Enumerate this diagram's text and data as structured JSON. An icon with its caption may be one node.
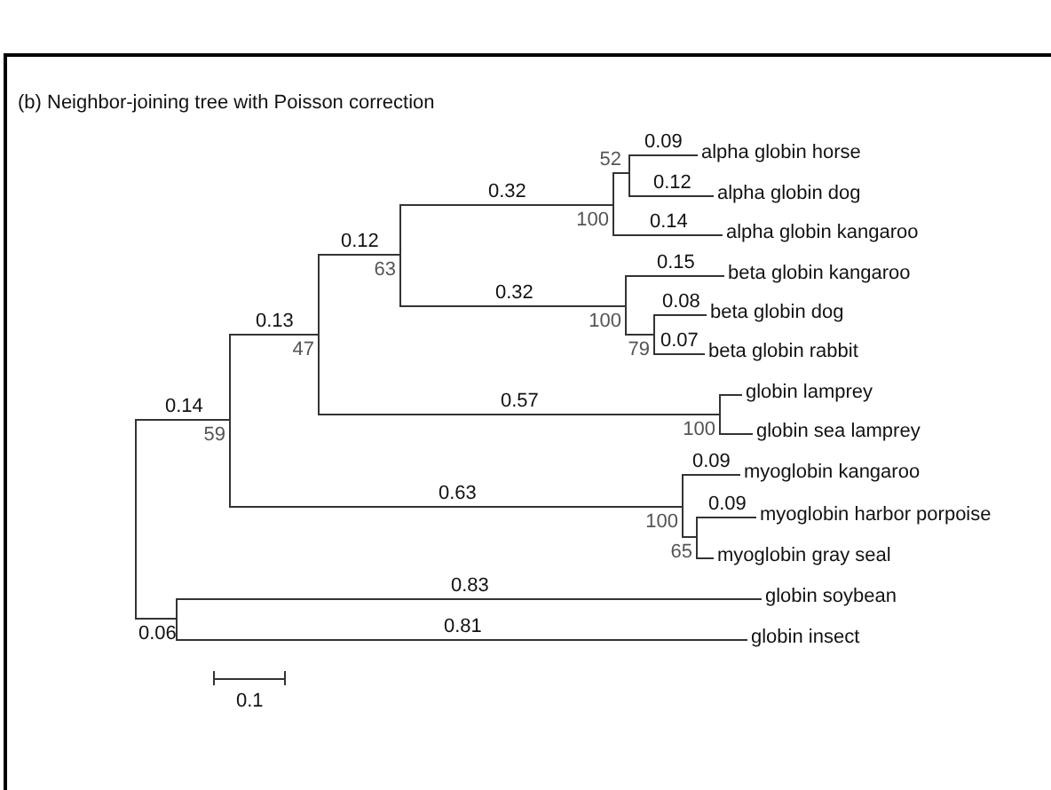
{
  "diagram": {
    "title": "(b) Neighbor-joining tree with Poisson correction",
    "nodes": [
      {
        "text": [],
        "shape": "point"
      },
      {
        "text": [],
        "shape": "point",
        "beside": [
          "59"
        ]
      },
      {
        "text": [],
        "shape": "point",
        "beside": [
          "47"
        ]
      },
      {
        "text": [],
        "shape": "point",
        "beside": [
          "63"
        ]
      },
      {
        "text": [],
        "shape": "point",
        "beside": [
          "100"
        ]
      },
      {
        "text": [],
        "shape": "point",
        "beside": [
          "52"
        ]
      },
      {
        "text": [
          "alpha globin horse"
        ]
      },
      {
        "text": [
          "alpha globin dog"
        ]
      },
      {
        "text": [
          "alpha globin kangaroo"
        ]
      },
      {
        "text": [],
        "shape": "point",
        "beside": [
          "100"
        ]
      },
      {
        "text": [
          "beta globin kangaroo"
        ]
      },
      {
        "text": [],
        "shape": "point",
        "beside": [
          "79"
        ]
      },
      {
        "text": [
          "beta globin dog"
        ]
      },
      {
        "text": [
          "beta globin rabbit"
        ]
      },
      {
        "text": [],
        "shape": "point",
        "beside": [
          "100"
        ]
      },
      {
        "text": [
          "globin lamprey"
        ]
      },
      {
        "text": [
          "globin sea lamprey"
        ]
      },
      {
        "text": [],
        "shape": "point",
        "beside": [
          "100"
        ]
      },
      {
        "text": [
          "myoglobin kangaroo"
        ]
      },
      {
        "text": [],
        "shape": "point",
        "beside": [
          "65"
        ]
      },
      {
        "text": [
          "myoglobin harbor porpoise"
        ]
      },
      {
        "text": [
          "myoglobin gray seal"
        ]
      },
      {
        "text": [],
        "shape": "point"
      },
      {
        "text": [
          "globin soybean"
        ]
      },
      {
        "text": [
          "globin insect"
        ]
      }
    ],
    "edges": [
      {
        "from": 0,
        "to": 1,
        "arrow": "none",
        "label": "0.14"
      },
      {
        "from": 1,
        "to": 2,
        "arrow": "none",
        "label": "0.13"
      },
      {
        "from": 2,
        "to": 3,
        "arrow": "none",
        "label": "0.12"
      },
      {
        "from": 3,
        "to": 4,
        "arrow": "none",
        "label": "0.32"
      },
      {
        "from": 4,
        "to": 5,
        "arrow": "none"
      },
      {
        "from": 5,
        "to": 6,
        "arrow": "none",
        "label": "0.09"
      },
      {
        "from": 5,
        "to": 7,
        "arrow": "none",
        "label": "0.12"
      },
      {
        "from": 4,
        "to": 8,
        "arrow": "none",
        "label": "0.14"
      },
      {
        "from": 3,
        "to": 9,
        "arrow": "none",
        "label": "0.32"
      },
      {
        "from": 9,
        "to": 10,
        "arrow": "none",
        "label": "0.15"
      },
      {
        "from": 9,
        "to": 11,
        "arrow": "none"
      },
      {
        "from": 11,
        "to": 12,
        "arrow": "none",
        "label": "0.08"
      },
      {
        "from": 11,
        "to": 13,
        "arrow": "none",
        "label": "0.07"
      },
      {
        "from": 2,
        "to": 14,
        "arrow": "none",
        "label": "0.57"
      },
      {
        "from": 14,
        "to": 15,
        "arrow": "none"
      },
      {
        "from": 14,
        "to": 16,
        "arrow": "none"
      },
      {
        "from": 1,
        "to": 17,
        "arrow": "none",
        "label": "0.63"
      },
      {
        "from": 17,
        "to": 18,
        "arrow": "none",
        "label": "0.09"
      },
      {
        "from": 17,
        "to": 19,
        "arrow": "none"
      },
      {
        "from": 19,
        "to": 20,
        "arrow": "none",
        "label": "0.09"
      },
      {
        "from": 19,
        "to": 21,
        "arrow": "none"
      },
      {
        "from": 0,
        "to": 22,
        "arrow": "none",
        "label": "0.06"
      },
      {
        "from": 22,
        "to": 23,
        "arrow": "none",
        "label": "0.83"
      },
      {
        "from": 22,
        "to": 24,
        "arrow": "none",
        "label": "0.81"
      }
    ],
    "labels": [
      "0.1"
    ]
  }
}
